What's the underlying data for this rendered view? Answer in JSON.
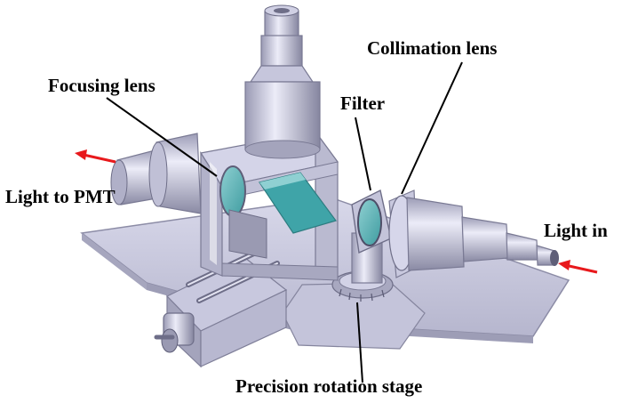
{
  "labels": {
    "focusing_lens": "Focusing lens",
    "collimation_lens": "Collimation lens",
    "filter": "Filter",
    "light_to_pmt": "Light to PMT",
    "light_in": "Light in",
    "precision_rotation_stage": "Precision rotation stage"
  },
  "colors": {
    "metal_light": "#dcdcef",
    "metal_mid": "#b4b4cc",
    "metal_dark": "#85859e",
    "glass": "#5fb0b4",
    "mirror": "#3fa4a8",
    "arrow_red": "#e8191c",
    "pointer": "#000000"
  }
}
